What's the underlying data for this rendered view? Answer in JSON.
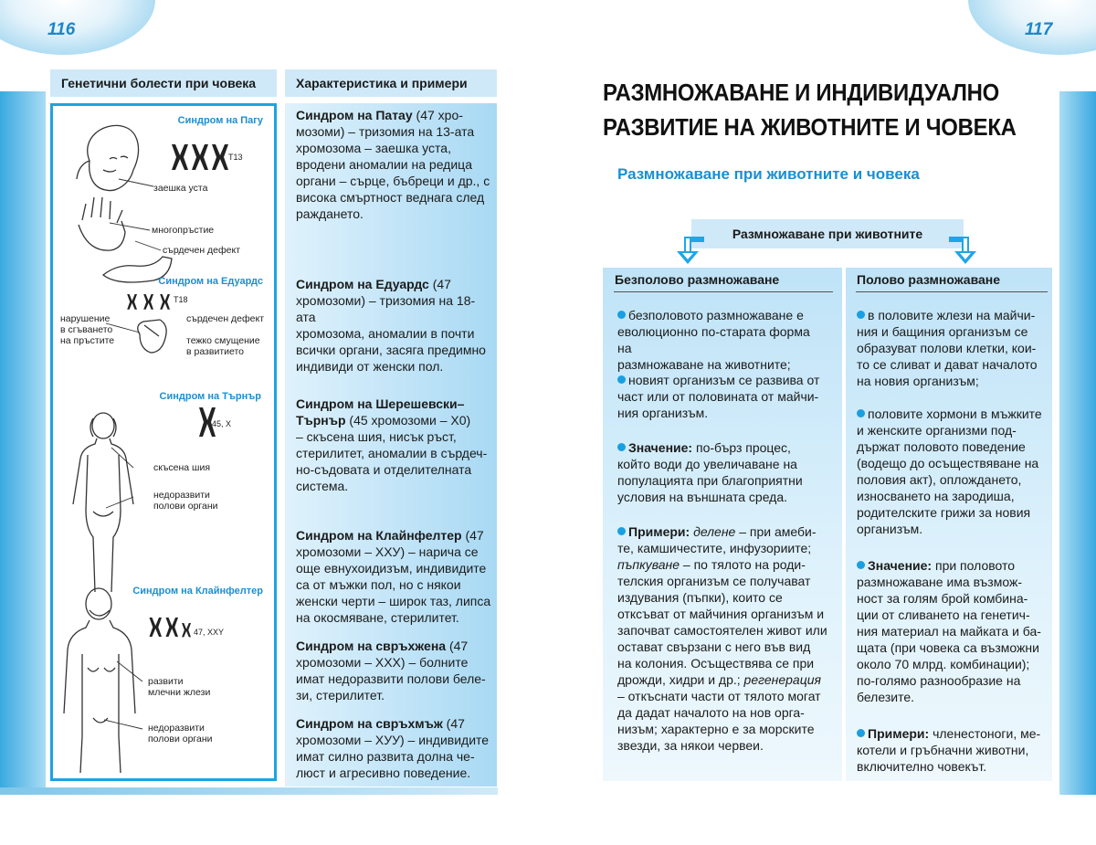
{
  "pages": {
    "left_number": "116",
    "right_number": "117"
  },
  "table": {
    "col1_header": "Генетични болести при човека",
    "col2_header": "Характеристика и примери"
  },
  "figures": {
    "patau": {
      "title": "Синдром на Пагу",
      "chromosome_label": "Т13",
      "labels": [
        "заешка уста",
        "многопръстие",
        "сърдечен дефект"
      ]
    },
    "edwards": {
      "title": "Синдром на Едуардс",
      "chromosome_label": "Т18",
      "labels_left": "нарушение\nв сгъването\nна пръстите",
      "labels_right": [
        "сърдечен дефект",
        "тежко смущение\nв развитието"
      ]
    },
    "turner": {
      "title": "Синдром на Търнър",
      "chromosome_label": "45, Х",
      "labels": [
        "скъсена шия",
        "недоразвити\nполови органи"
      ]
    },
    "klinefelter": {
      "title": "Синдром на Клайнфелтер",
      "chromosome_label": "47, XXY",
      "labels": [
        "развити\nмлечни жлези",
        "недоразвити\nполови органи"
      ]
    }
  },
  "syndromes": [
    {
      "name": "Синдром на Патау",
      "text": " (47 хро-\nмозоми) – тризомия на 13-ата\nхромозома – заешка уста,\nвродени аномалии на редица\nоргани – сърце, бъбреци и др., с\nвисока смъртност веднага след\nраждането."
    },
    {
      "name": "Синдром на Едуардс",
      "text": " (47\nхромозоми) – тризомия на 18-ата\nхромозома, аномалии в почти\nвсички органи, засяга предимно\nиндивиди от женски пол."
    },
    {
      "name": "Синдром на Шерешевски–\nТърнър",
      "text": " (45 хромозоми –  Х0)\n– скъсена шия, нисък ръст,\nстерилитет, аномалии в сърдеч-\nно-съдовата и отделителната\nсистема."
    },
    {
      "name": "Синдром на Клайнфелтер",
      "text": " (47\nхромозоми – ХХУ) – наричa се\nоще евнухоидизъм, индивидите\nса от мъжки пол, но с някои\nженски черти – широк таз, липса\nна окосмяване, стерилитет."
    },
    {
      "name": "Синдром на свръхжена",
      "text": " (47\nхромозоми – ХХХ) – болните\nимат недоразвити полови беле-\nзи, стерилитет."
    },
    {
      "name": "Синдром на свръхмъж",
      "text": " (47\nхромозоми – ХУУ) – индивидите\nимат силно развита долна че-\nлюст и агресивно поведение."
    }
  ],
  "right": {
    "title_line1": "РАЗМНОЖАВАНЕ И ИНДИВИДУАЛНО",
    "title_line2": "РАЗВИТИЕ НА ЖИВОТНИТЕ И ЧОВЕКА",
    "subtitle": "Размножаване при животните и човека",
    "diagram_header": "Размножаване при животните",
    "asexual": {
      "heading": "Безполово размножаване",
      "p1": "безполовото размножаване е\nеволюционно по-старата форма на\nразмножаване на животните;",
      "p2": "новият организъм се развива от\nчаст или от половината от майчи-\nния организъм.",
      "p3_label": "Значение:",
      "p3": " по-бърз процес,\nкойто води до увеличаване на\nпопулацията при благоприятни\nусловия на външната среда.",
      "p4_label": "Примери:",
      "p4_term1": "делене",
      "p4_a": " – при амеби-\nте, камшичестите, инфузориите;\n",
      "p4_term2": "пъпкуване",
      "p4_b": " – по тялото на роди-\nтелския организъм се получават\nиздувания (пъпки), които се\nотксъват от майчиния организъм и\nзапочват самостоятелен живот или\nостават свързани с него във вид\nна колония. Осъществява се при\nдрожди, хидри и др.; ",
      "p4_term3": "регенерация",
      "p4_c": "\n– откъснати части от тялото могат\nда дадат началото на нов орга-\nнизъм; характерно е за морските\nзвезди, за някои червеи."
    },
    "sexual": {
      "heading": "Полово размножаване",
      "p1": "в половите жлези на майчи-\nния и бащиния организъм се\nобразуват полови клетки, кои-\nто се сливат и дават началото\nна новия организъм;",
      "p2": "половите хормони в мъжките\nи женските организми под-\nдържат половото поведение\n(водещо до осъществяване на\nполовия акт), оплождането,\nизносването на зародиша,\nродителските грижи за новия\nорганизъм.",
      "p3_label": "Значение:",
      "p3": " при половото\nразмножаване има възмож-\nност за голям брой комбина-\nции от сливането на генетич-\nния материал на майката и ба-\nщата (при човека са възможни\nоколо 70 млрд. комбинации);\nпо-голямо разнообразие на\nбелезите.",
      "p4_label": "Примери:",
      "p4": " членестоноги, ме-\nкотели и гръбначни животни,\nвключително човекът."
    }
  }
}
